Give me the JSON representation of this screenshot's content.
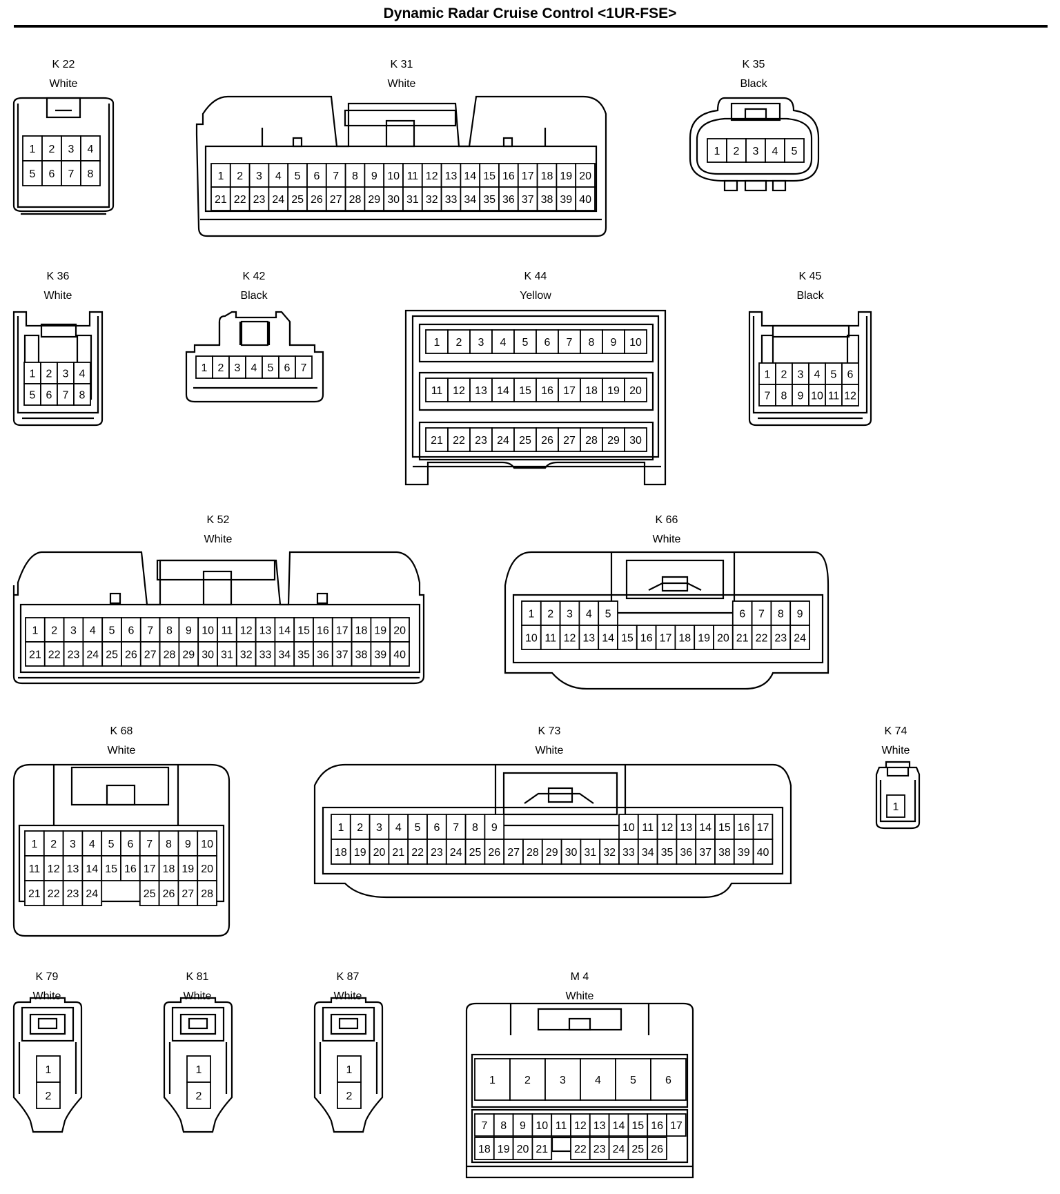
{
  "title": "Dynamic Radar Cruise Control <1UR-FSE>",
  "connectors": [
    {
      "id": "K 22",
      "color": "White",
      "rows": [
        [
          "1",
          "2",
          "3",
          "4"
        ],
        [
          "5",
          "6",
          "7",
          "8"
        ]
      ]
    },
    {
      "id": "K 31",
      "color": "White",
      "rows": [
        [
          "1",
          "2",
          "3",
          "4",
          "5",
          "6",
          "7",
          "8",
          "9",
          "10",
          "11",
          "12",
          "13",
          "14",
          "15",
          "16",
          "17",
          "18",
          "19",
          "20"
        ],
        [
          "21",
          "22",
          "23",
          "24",
          "25",
          "26",
          "27",
          "28",
          "29",
          "30",
          "31",
          "32",
          "33",
          "34",
          "35",
          "36",
          "37",
          "38",
          "39",
          "40"
        ]
      ]
    },
    {
      "id": "K 35",
      "color": "Black",
      "rows": [
        [
          "1",
          "2",
          "3",
          "4",
          "5"
        ]
      ]
    },
    {
      "id": "K 36",
      "color": "White",
      "rows": [
        [
          "1",
          "2",
          "3",
          "4"
        ],
        [
          "5",
          "6",
          "7",
          "8"
        ]
      ]
    },
    {
      "id": "K 42",
      "color": "Black",
      "rows": [
        [
          "1",
          "2",
          "3",
          "4",
          "5",
          "6",
          "7"
        ]
      ]
    },
    {
      "id": "K 44",
      "color": "Yellow",
      "rows": [
        [
          "1",
          "2",
          "3",
          "4",
          "5",
          "6",
          "7",
          "8",
          "9",
          "10"
        ],
        [
          "11",
          "12",
          "13",
          "14",
          "15",
          "16",
          "17",
          "18",
          "19",
          "20"
        ],
        [
          "21",
          "22",
          "23",
          "24",
          "25",
          "26",
          "27",
          "28",
          "29",
          "30"
        ]
      ]
    },
    {
      "id": "K 45",
      "color": "Black",
      "rows": [
        [
          "1",
          "2",
          "3",
          "4",
          "5",
          "6"
        ],
        [
          "7",
          "8",
          "9",
          "10",
          "11",
          "12"
        ]
      ]
    },
    {
      "id": "K 52",
      "color": "White",
      "rows": [
        [
          "1",
          "2",
          "3",
          "4",
          "5",
          "6",
          "7",
          "8",
          "9",
          "10",
          "11",
          "12",
          "13",
          "14",
          "15",
          "16",
          "17",
          "18",
          "19",
          "20"
        ],
        [
          "21",
          "22",
          "23",
          "24",
          "25",
          "26",
          "27",
          "28",
          "29",
          "30",
          "31",
          "32",
          "33",
          "34",
          "35",
          "36",
          "37",
          "38",
          "39",
          "40"
        ]
      ]
    },
    {
      "id": "K 66",
      "color": "White",
      "rows": [
        [
          "1",
          "2",
          "3",
          "4",
          "5",
          "",
          "",
          "",
          "",
          "",
          "",
          "6",
          "7",
          "8",
          "9"
        ],
        [
          "10",
          "11",
          "12",
          "13",
          "14",
          "15",
          "16",
          "17",
          "18",
          "19",
          "20",
          "21",
          "22",
          "23",
          "24"
        ]
      ]
    },
    {
      "id": "K 68",
      "color": "White",
      "rows": [
        [
          "1",
          "2",
          "3",
          "4",
          "5",
          "6",
          "7",
          "8",
          "9",
          "10"
        ],
        [
          "11",
          "12",
          "13",
          "14",
          "15",
          "16",
          "17",
          "18",
          "19",
          "20"
        ],
        [
          "21",
          "22",
          "23",
          "24",
          "",
          "",
          "25",
          "26",
          "27",
          "28"
        ]
      ]
    },
    {
      "id": "K 73",
      "color": "White",
      "rows": [
        [
          "1",
          "2",
          "3",
          "4",
          "5",
          "6",
          "7",
          "8",
          "9",
          "",
          "",
          "",
          "",
          "",
          "",
          "10",
          "11",
          "12",
          "13",
          "14",
          "15",
          "16",
          "17"
        ],
        [
          "18",
          "19",
          "20",
          "21",
          "22",
          "23",
          "24",
          "25",
          "26",
          "27",
          "28",
          "29",
          "30",
          "31",
          "32",
          "33",
          "34",
          "35",
          "36",
          "37",
          "38",
          "39",
          "40"
        ]
      ]
    },
    {
      "id": "K 74",
      "color": "White",
      "rows": [
        [
          "1"
        ]
      ]
    },
    {
      "id": "K 79",
      "color": "White",
      "rows": [
        [
          "1"
        ],
        [
          "2"
        ]
      ]
    },
    {
      "id": "K 81",
      "color": "White",
      "rows": [
        [
          "1"
        ],
        [
          "2"
        ]
      ]
    },
    {
      "id": "K 87",
      "color": "White",
      "rows": [
        [
          "1"
        ],
        [
          "2"
        ]
      ]
    },
    {
      "id": "M 4",
      "color": "White",
      "rows": [
        [
          "1",
          "2",
          "3",
          "4",
          "5",
          "6"
        ],
        [
          "7",
          "8",
          "9",
          "10",
          "11",
          "12",
          "13",
          "14",
          "15",
          "16",
          "17"
        ],
        [
          "18",
          "19",
          "20",
          "21",
          "",
          "22",
          "23",
          "24",
          "25",
          "26"
        ]
      ]
    }
  ]
}
